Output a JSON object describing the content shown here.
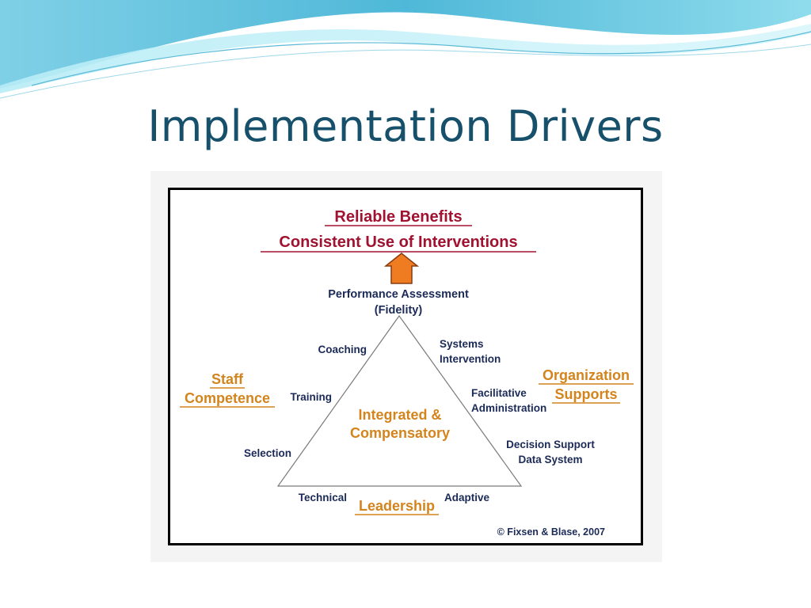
{
  "slide": {
    "title": "Implementation Drivers"
  },
  "diagram": {
    "outcome_primary": "Reliable Benefits",
    "outcome_secondary": "Consistent Use of Interventions",
    "apex_line1": "Performance Assessment",
    "apex_line2": "(Fidelity)",
    "left_group_line1": "Staff",
    "left_group_line2": "Competence",
    "left_items": [
      "Coaching",
      "Training",
      "Selection"
    ],
    "right_group_line1": "Organization",
    "right_group_line2": "Supports",
    "right_items": [
      [
        "Systems",
        "Intervention"
      ],
      [
        "Facilitative",
        "Administration"
      ],
      [
        "Decision Support",
        "Data System"
      ]
    ],
    "center_line1": "Integrated &",
    "center_line2": "Compensatory",
    "bottom_group": "Leadership",
    "bottom_left": "Technical",
    "bottom_right": "Adaptive",
    "copyright": "© Fixsen & Blase, 2007"
  },
  "colors": {
    "title": "#17506a",
    "outcome_red": "#a01230",
    "group_orange": "#d4841c",
    "label_navy": "#1b2a57",
    "arrow_fill": "#f07c22",
    "arrow_stroke": "#8a3a10",
    "wave_blue": "#3aa6cc"
  }
}
